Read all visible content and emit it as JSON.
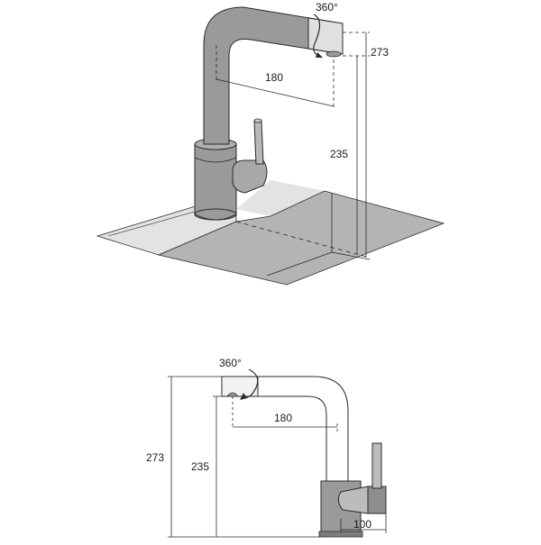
{
  "top_view": {
    "rotation_label": "360°",
    "spout_height_label": "273",
    "reach_label": "180",
    "body_height_label": "235"
  },
  "side_view": {
    "rotation_label": "360°",
    "total_height_label": "273",
    "outlet_height_label": "235",
    "reach_label": "180",
    "base_width_label": "100"
  },
  "colors": {
    "tap_fill": "#9a9a9a",
    "tap_dark": "#7d7d7d",
    "sink_fill": "#b4b4b4",
    "counter_fill": "#e3e3e3",
    "line": "#2a2a2a"
  }
}
